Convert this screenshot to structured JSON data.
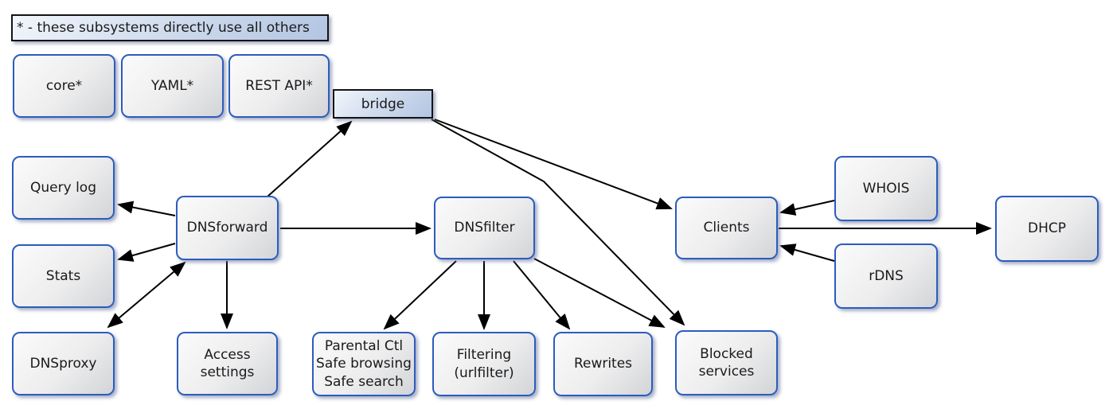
{
  "legend": {
    "text": "* - these subsystems directly use all others"
  },
  "nodes": {
    "core": {
      "label": "core*"
    },
    "yaml": {
      "label": "YAML*"
    },
    "rest_api": {
      "label": "REST API*"
    },
    "bridge": {
      "label": "bridge"
    },
    "query_log": {
      "label": "Query log"
    },
    "stats": {
      "label": "Stats"
    },
    "dnsproxy": {
      "label": "DNSproxy"
    },
    "dnsforward": {
      "label": "DNSforward"
    },
    "access_settings": {
      "label": "Access\nsettings"
    },
    "dnsfilter": {
      "label": "DNSfilter"
    },
    "parental": {
      "label": "Parental Ctl\nSafe browsing\nSafe search"
    },
    "filtering": {
      "label": "Filtering\n(urlfilter)"
    },
    "rewrites": {
      "label": "Rewrites"
    },
    "blocked_services": {
      "label": "Blocked\nservices"
    },
    "clients": {
      "label": "Clients"
    },
    "whois": {
      "label": "WHOIS"
    },
    "rdns": {
      "label": "rDNS"
    },
    "dhcp": {
      "label": "DHCP"
    }
  },
  "edges": [
    {
      "from": "dnsforward",
      "to": "bridge",
      "direction": "single"
    },
    {
      "from": "bridge",
      "to": "clients",
      "direction": "single"
    },
    {
      "from": "bridge",
      "to": "blocked_services",
      "direction": "single"
    },
    {
      "from": "dnsforward",
      "to": "query_log",
      "direction": "single"
    },
    {
      "from": "dnsforward",
      "to": "stats",
      "direction": "single"
    },
    {
      "from": "dnsforward",
      "to": "dnsproxy",
      "direction": "double"
    },
    {
      "from": "dnsforward",
      "to": "access_settings",
      "direction": "single"
    },
    {
      "from": "dnsforward",
      "to": "dnsfilter",
      "direction": "single"
    },
    {
      "from": "dnsfilter",
      "to": "parental",
      "direction": "single"
    },
    {
      "from": "dnsfilter",
      "to": "filtering",
      "direction": "single"
    },
    {
      "from": "dnsfilter",
      "to": "rewrites",
      "direction": "single"
    },
    {
      "from": "dnsfilter",
      "to": "blocked_services",
      "direction": "single"
    },
    {
      "from": "whois",
      "to": "clients",
      "direction": "single"
    },
    {
      "from": "rdns",
      "to": "clients",
      "direction": "single"
    },
    {
      "from": "clients",
      "to": "dhcp",
      "direction": "single"
    }
  ],
  "colors": {
    "node_border": "#2d5cbe",
    "node_fill_light": "#fbfbfb",
    "node_fill_dark": "#d2d4d7",
    "blue_border": "#141414",
    "blue_fill_light": "#f2f6fc",
    "blue_fill_dark": "#b2c5e2",
    "arrow": "#000000",
    "text": "#1a1a1a",
    "background": "#ffffff"
  }
}
